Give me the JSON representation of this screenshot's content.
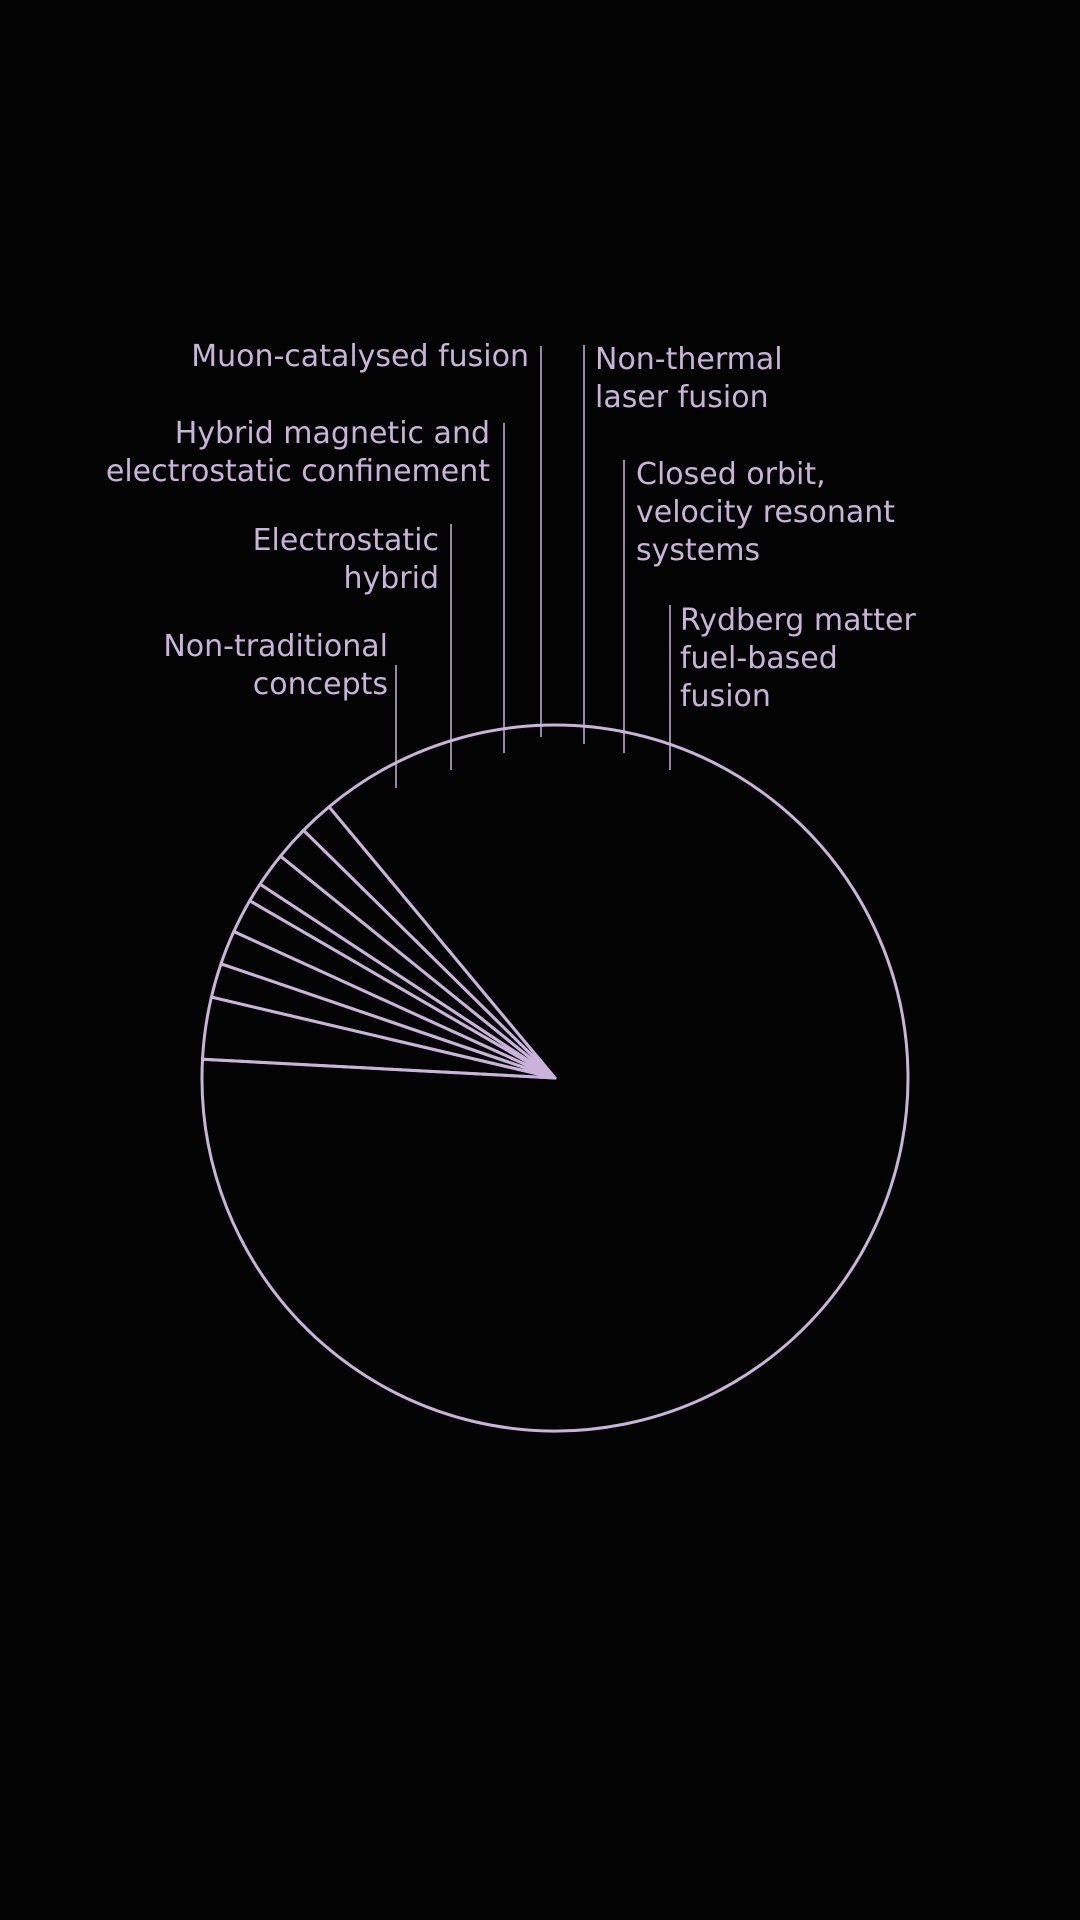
{
  "theme": {
    "background": "#030303",
    "accent": "#c9b3db"
  },
  "chart_data": {
    "type": "pie",
    "title": "",
    "slices": [
      {
        "label": "",
        "value": 88.9
      },
      {
        "label": "Non-traditional concepts",
        "value": 2.9
      },
      {
        "label": "Electrostatic hybrid",
        "value": 1.6
      },
      {
        "label": "Hybrid magnetic and electrostatic confinement",
        "value": 1.6
      },
      {
        "label": "Muon-catalysed fusion",
        "value": 1.6
      },
      {
        "label": "",
        "value": 0.9
      },
      {
        "label": "Non-thermal laser fusion",
        "value": 1.6
      },
      {
        "label": "Closed orbit, velocity resonant systems",
        "value": 1.6
      },
      {
        "label": "Rydberg matter fuel-based fusion",
        "value": 1.6
      }
    ],
    "label_lines": [
      [
        "Non-traditional",
        "concepts"
      ],
      [
        "Electrostatic",
        "hybrid"
      ],
      [
        "Hybrid magnetic and",
        "electrostatic confinement"
      ],
      [
        "Muon-catalysed fusion"
      ],
      [
        "Non-thermal",
        "laser fusion"
      ],
      [
        "Closed orbit,",
        "velocity resonant",
        "systems"
      ],
      [
        "Rydberg matter",
        "fuel-based",
        "fusion"
      ]
    ],
    "legend": "none",
    "grid": false
  }
}
